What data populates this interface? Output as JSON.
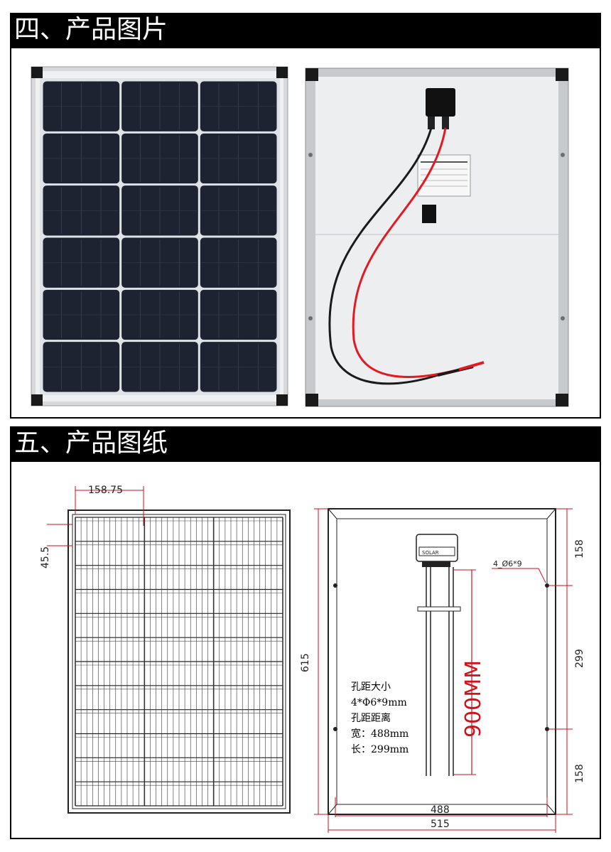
{
  "sections": [
    {
      "title": "四、产品图片"
    },
    {
      "title": "五、产品图纸"
    }
  ],
  "drawing": {
    "front": {
      "cell_spacing": "158.75",
      "edge_offset": "45.5"
    },
    "back": {
      "height": "615",
      "hole_top": "158",
      "hole_mid": "299",
      "hole_bottom": "158",
      "inner_width": "488",
      "outer_width": "515",
      "hole_label": "4_Ø6*9",
      "cable_length": "900MM",
      "jbox_label": "SOLAR"
    },
    "notes": [
      "孔距大小",
      "4*Φ6*9mm",
      "孔距距离",
      "宽：488mm",
      "长：299mm"
    ]
  },
  "colors": {
    "header_bg": "#000000",
    "cell": "#1d2330",
    "frame": "#c9ccd0",
    "dimension": "#d0121b",
    "cable_red": "#e21b22",
    "cable_black": "#1a1a1a"
  }
}
